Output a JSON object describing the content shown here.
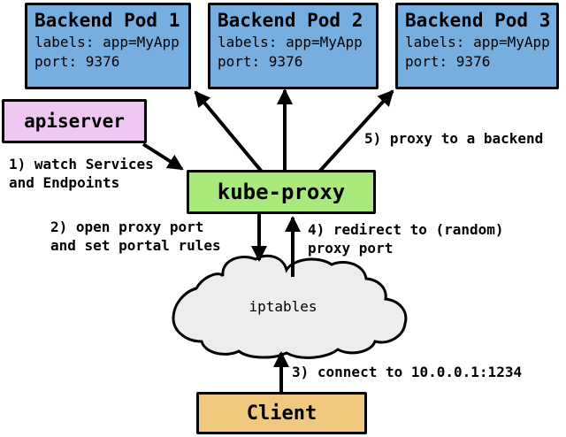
{
  "colors": {
    "background": "#ffffff",
    "pod": "#77AEE0",
    "apiserver": "#EEC7F3",
    "kube_proxy": "#A9EA7C",
    "client": "#F0C87E",
    "cloud": "#EDEDED",
    "border": "#000000",
    "arrow": "#000000"
  },
  "pods": [
    {
      "title": "Backend Pod 1",
      "labels_line": "labels: app=MyApp",
      "port_line": "port: 9376"
    },
    {
      "title": "Backend Pod 2",
      "labels_line": "labels: app=MyApp",
      "port_line": "port: 9376"
    },
    {
      "title": "Backend Pod 3",
      "labels_line": "labels: app=MyApp",
      "port_line": "port: 9376"
    }
  ],
  "nodes": {
    "apiserver": "apiserver",
    "kube_proxy": "kube-proxy",
    "iptables": "iptables",
    "client": "Client"
  },
  "steps": {
    "step1": "1) watch Services\nand Endpoints",
    "step2": "2) open proxy port\nand set portal rules",
    "step3": "3) connect to 10.0.0.1:1234",
    "step4": "4) redirect to (random)\nproxy port",
    "step5": "5) proxy to a backend"
  }
}
